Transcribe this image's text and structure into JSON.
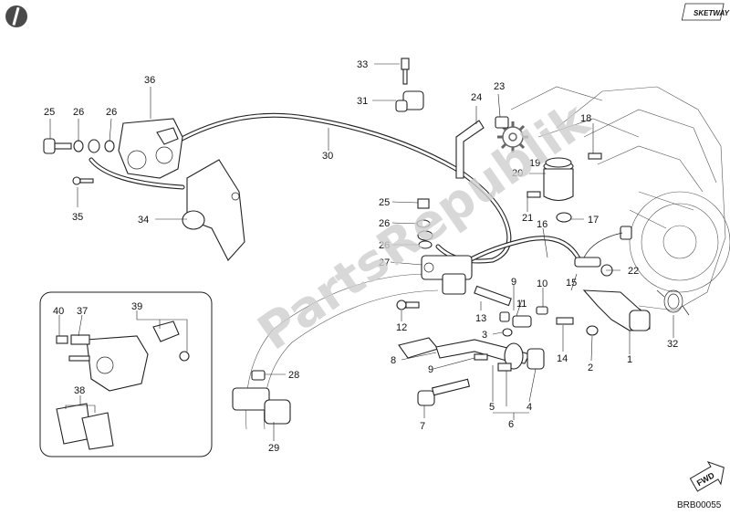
{
  "diagram": {
    "code": "BRB00055",
    "fwd_label": "FWD",
    "brand_logo_text": "SKETWAY",
    "watermark_text": "PartsRepublik",
    "callouts": [
      "1",
      "2",
      "3",
      "4",
      "5",
      "6",
      "7",
      "8",
      "9",
      "10",
      "11",
      "12",
      "13",
      "14",
      "15",
      "16",
      "17",
      "18",
      "19",
      "20",
      "21",
      "22",
      "23",
      "24",
      "25",
      "26",
      "27",
      "28",
      "29",
      "30",
      "31",
      "32",
      "33",
      "34",
      "35",
      "36",
      "37",
      "38",
      "39",
      "40"
    ]
  }
}
